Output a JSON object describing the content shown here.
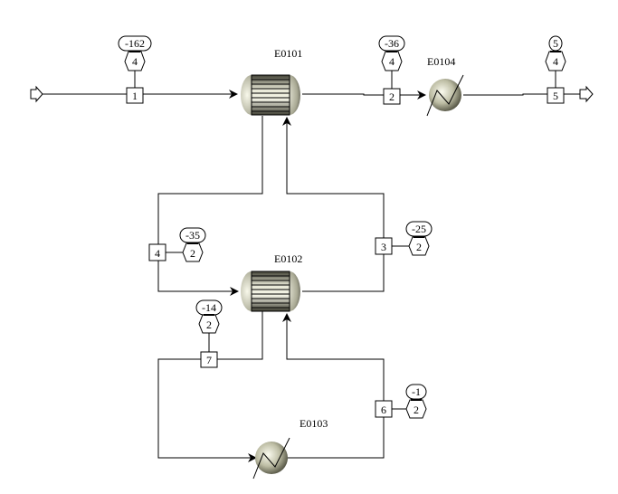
{
  "diagram": {
    "type": "process-flow-diagram",
    "equipment": [
      {
        "id": "E0101",
        "label": "E0101",
        "kind": "shell-and-tube-heat-exchanger"
      },
      {
        "id": "E0102",
        "label": "E0102",
        "kind": "shell-and-tube-heat-exchanger"
      },
      {
        "id": "E0103",
        "label": "E0103",
        "kind": "heater-cooler"
      },
      {
        "id": "E0104",
        "label": "E0104",
        "kind": "heater-cooler"
      }
    ],
    "streams": [
      {
        "id": "1",
        "label": "1",
        "temperature": "-162",
        "pressure": "4"
      },
      {
        "id": "2",
        "label": "2",
        "temperature": "-36",
        "pressure": "4"
      },
      {
        "id": "3",
        "label": "3",
        "temperature": "-25",
        "pressure": "2"
      },
      {
        "id": "4",
        "label": "4",
        "temperature": "-35",
        "pressure": "2"
      },
      {
        "id": "5",
        "label": "5",
        "temperature": "5",
        "pressure": "4"
      },
      {
        "id": "6",
        "label": "6",
        "temperature": "-1",
        "pressure": "2"
      },
      {
        "id": "7",
        "label": "7",
        "temperature": "-14",
        "pressure": "2"
      }
    ],
    "feed": {
      "name": "feed-arrow"
    },
    "product": {
      "name": "product-arrow"
    },
    "colors": {
      "line": "#000000",
      "vessel_light": "#f2f2e0",
      "vessel_dark": "#5a5a48",
      "background": "#ffffff"
    }
  }
}
